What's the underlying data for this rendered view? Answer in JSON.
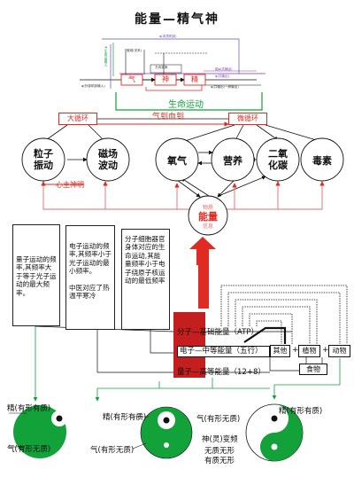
{
  "title": "能量—精气神",
  "top_flow": {
    "node_qi": "气",
    "node_shen": "神",
    "node_jing": "精",
    "notes": [
      "φ(外部机制输入)",
      "φ(本质机制)",
      "微观(关系)",
      "方向变换",
      "φ(生命)量输入",
      "能φ(共输出)",
      "φ(共输出)",
      "φ(共输出(一种输出)"
    ]
  },
  "life_motion_label": "生命运动",
  "qi_to_blood": "气到血到",
  "big_cycle": "大循环",
  "micro_cycle": "微循环",
  "particle_vibration": "粒子\n振动",
  "magnetic_wave": "磁场\n波动",
  "heart_rule": "心主神明",
  "qi_circle": "氧气",
  "nutrition": "营养",
  "co2": "二氧\n化碳",
  "toxin": "毒素",
  "energy_center": {
    "top": "物质",
    "main": "能量",
    "bottom": "信息"
  },
  "text_boxes": [
    "量子运动的频率,其频率大于等于光子运动的最大频率。",
    "电子运动的频率,其频率小于光子运动的最小频率。\n\n中医对应了热温平寒冷",
    "分子细胞器官身体对应的生命运动,其能量频率小于电子绕原子核运动的最低频率"
  ],
  "energy_levels": [
    "分子—基础能量（ATP）",
    "电子—中等能量（五行）",
    "量子—高等能量（12+8）"
  ],
  "sources": {
    "other": "其他",
    "plant": "植物",
    "animal": "动物",
    "food": "食物",
    "plus": "+"
  },
  "yinyang": {
    "left_top": "精(有形有质)",
    "left_bottom": "气(有形无质)",
    "mid_top": "精(有形有质)",
    "mid_bottom": "气(有形无质)",
    "right_top_left": "气(有形无质)",
    "right_top_right": "精(有形有质)",
    "right_mid": "神(灵)变频",
    "right_bottom1": "无质无形",
    "right_bottom2": "有质无形"
  },
  "colors": {
    "green": "#13a13a",
    "red": "#e02a22",
    "darkred": "#c41e1e",
    "pink": "#e06d6d"
  }
}
